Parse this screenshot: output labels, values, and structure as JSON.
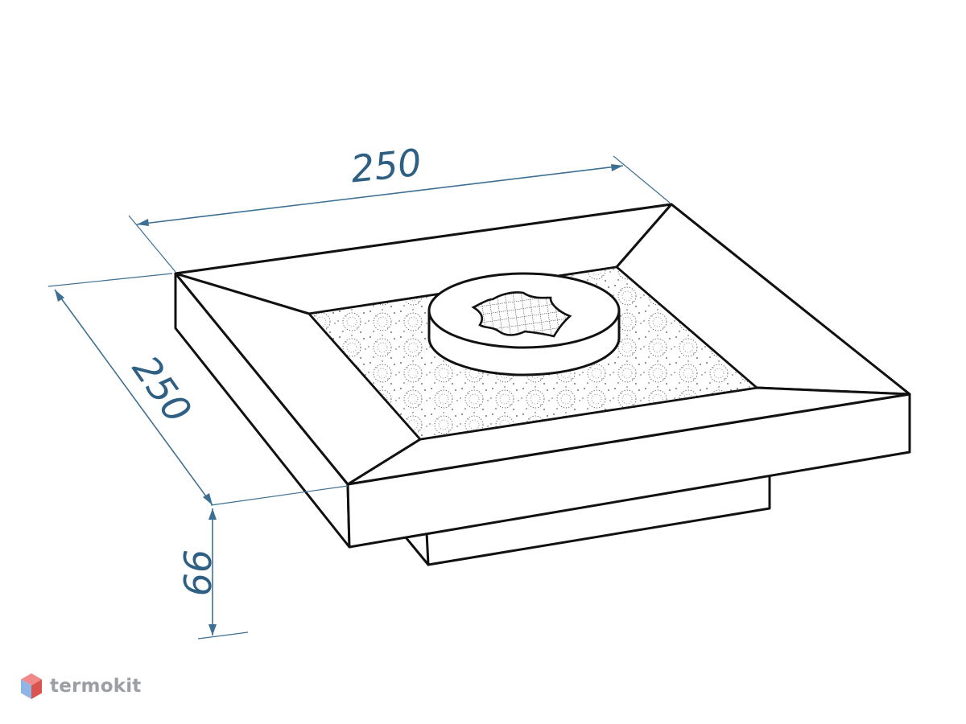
{
  "dimensions": {
    "width": "250",
    "depth": "250",
    "height": "99"
  },
  "brand": {
    "name": "termokit",
    "logo_icon": "hexagon-cube-icon"
  },
  "colors": {
    "dimension": "#2f6083",
    "outline": "#111111",
    "brand_text": "#9b9ea3",
    "logo_top": "#f08a8a",
    "logo_left": "#8fb5e6",
    "logo_right": "#d9534f"
  }
}
